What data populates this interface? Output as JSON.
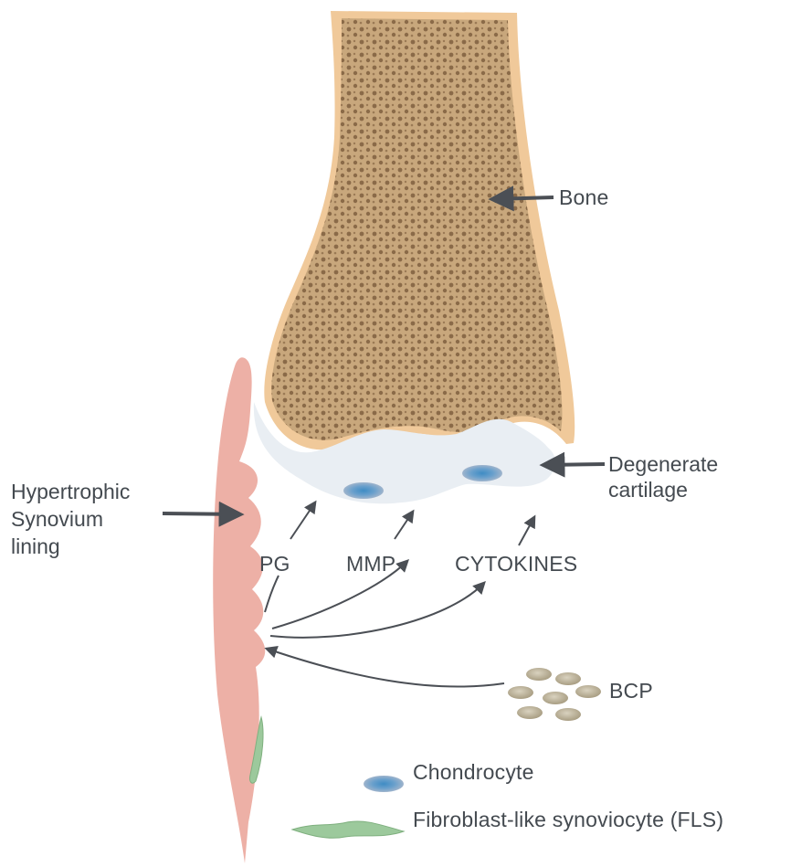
{
  "labels": {
    "bone": "Bone",
    "degenerate_cartilage": [
      "Degenerate",
      "cartilage"
    ],
    "hypertrophic_synovium": [
      "Hypertrophic",
      "Synovium",
      "lining"
    ],
    "pg": "PG",
    "mmp": "MMP",
    "cytokines": "CYTOKINES",
    "bcp": "BCP",
    "chondrocyte": "Chondrocyte",
    "fls": "Fibroblast-like synoviocyte (FLS)"
  },
  "colors": {
    "bone_fill": "#c8a77c",
    "bone_edge": "#f0c99a",
    "bone_pore": "#8a6a48",
    "cartilage": "#e9eef3",
    "chondrocyte_outer": "#8aa7c7",
    "chondrocyte_inner": "#4f8fc0",
    "synovium": "#eba79c",
    "fls": "#9cc99c",
    "bcp_crystal": "#b8ae96",
    "arrow": "#4b4f55",
    "text": "#444a50"
  }
}
